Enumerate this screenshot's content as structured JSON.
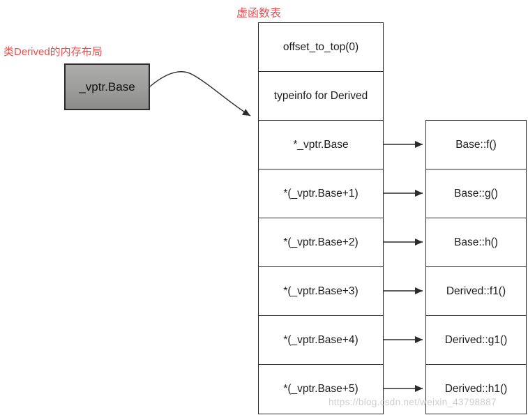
{
  "diagram": {
    "title": "虚函数表",
    "memory_label": "类Derived的内存布局",
    "vptr_box_label": "_vptr.Base",
    "vtable_cells": [
      "offset_to_top(0)",
      "typeinfo for Derived",
      "*_vptr.Base",
      "*(_vptr.Base+1)",
      "*(_vptr.Base+2)",
      "*(_vptr.Base+3)",
      "*(_vptr.Base+4)",
      "*(_vptr.Base+5)"
    ],
    "function_cells": [
      "Base::f()",
      "Base::g()",
      "Base::h()",
      "Derived::f1()",
      "Derived::g1()",
      "Derived::h1()"
    ],
    "watermark": "https://blog.csdn.net/weixin_43798887",
    "colors": {
      "accent_red": "#ec4f4f",
      "line": "#2b2b2b",
      "box_gray_top": "#adadab",
      "box_gray_bottom": "#8b8b89",
      "watermark_gray": "#bebebe"
    }
  }
}
